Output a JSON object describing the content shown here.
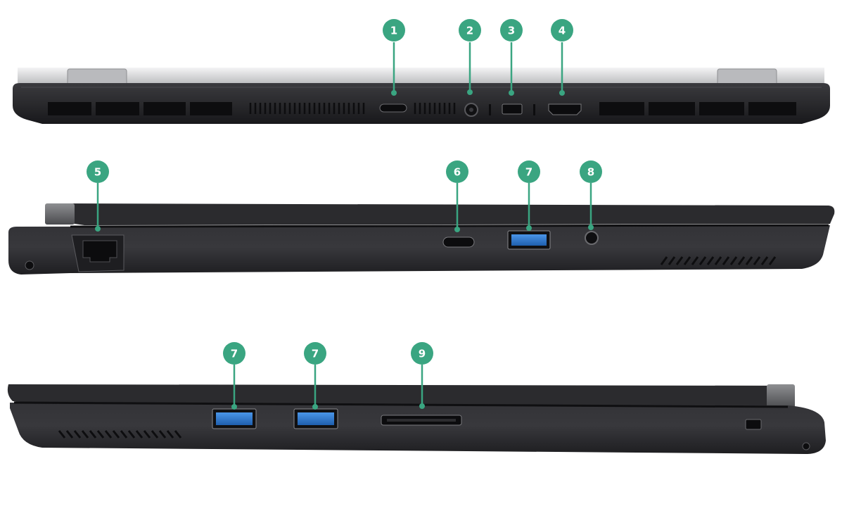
{
  "colors": {
    "callout": "#3aa581",
    "chassis": "#2a2a2d",
    "chassis_dark": "#17171a",
    "lid_silver": "#d4d5d6",
    "usb_blue": "#2a73c9",
    "vent": "#0d0d0f",
    "background": "#ffffff"
  },
  "views": {
    "rear": {
      "callouts": [
        {
          "number": "1",
          "port": "usb-c-port"
        },
        {
          "number": "2",
          "port": "dc-in-jack"
        },
        {
          "number": "3",
          "port": "mini-displayport"
        },
        {
          "number": "4",
          "port": "hdmi-port"
        }
      ]
    },
    "left": {
      "callouts": [
        {
          "number": "5",
          "port": "ethernet-port"
        },
        {
          "number": "6",
          "port": "usb-c-port"
        },
        {
          "number": "7",
          "port": "usb-a-port"
        },
        {
          "number": "8",
          "port": "audio-jack"
        }
      ]
    },
    "right": {
      "callouts": [
        {
          "number": "7",
          "port": "usb-a-port"
        },
        {
          "number": "7",
          "port": "usb-a-port"
        },
        {
          "number": "9",
          "port": "card-reader"
        }
      ]
    }
  }
}
